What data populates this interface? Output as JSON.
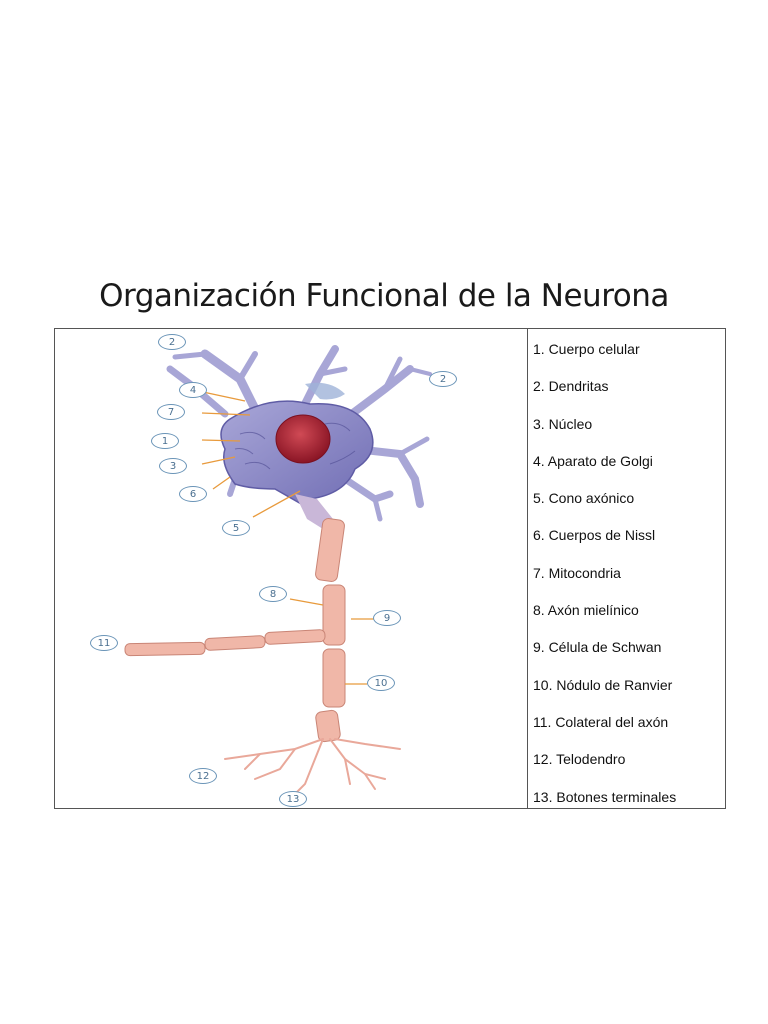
{
  "title": "Organización Funcional de la Neurona",
  "callouts": [
    "2",
    "2",
    "4",
    "7",
    "1",
    "3",
    "6",
    "5",
    "8",
    "9",
    "11",
    "10",
    "12",
    "13"
  ],
  "legend": [
    "1. Cuerpo celular",
    "2. Dendritas",
    "3. Núcleo",
    "4. Aparato de Golgi",
    "5. Cono axónico",
    "6. Cuerpos de Nissl",
    "7. Mitocondria",
    "8. Axón mielínico",
    "9. Célula de Schwan",
    "10. Nódulo de Ranvier",
    "11. Colateral del axón",
    "12. Telodendro",
    "13. Botones terminales"
  ],
  "colors": {
    "soma": "#8f8dc9",
    "nucleus": "#b0283a",
    "myelin": "#f0b7a8",
    "callout": "#6b95b8",
    "arrow": "#e89a3c"
  }
}
